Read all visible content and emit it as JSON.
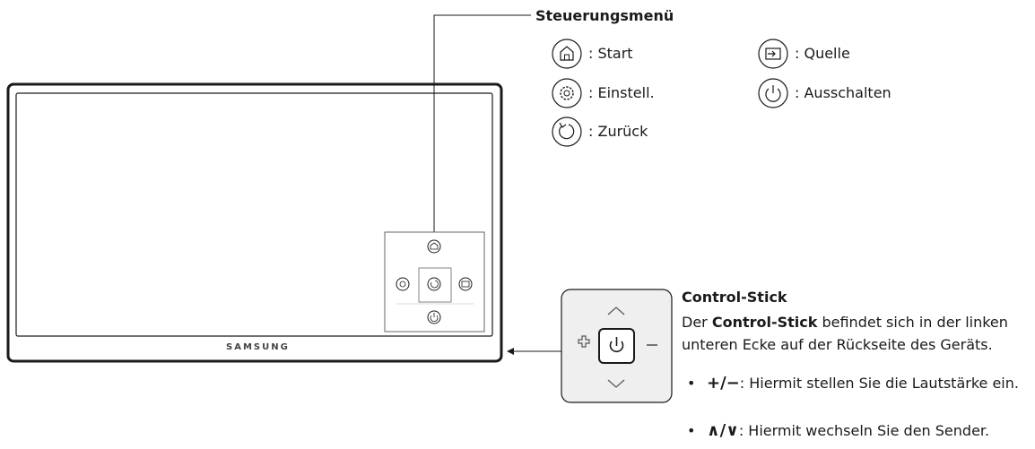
{
  "menu": {
    "title": "Steuerungsmenü",
    "items": [
      {
        "icon": "home-icon",
        "label": ": Start"
      },
      {
        "icon": "settings-icon",
        "label": ": Einstell."
      },
      {
        "icon": "return-icon",
        "label": ": Zurück"
      },
      {
        "icon": "source-icon",
        "label": ": Quelle"
      },
      {
        "icon": "power-icon",
        "label": ": Ausschalten"
      }
    ]
  },
  "tv": {
    "brand": "SAMSUNG"
  },
  "control_stick": {
    "title": "Control-Stick",
    "desc_prefix": "Der ",
    "desc_bold": "Control-Stick",
    "desc_suffix": " befindet sich in der linken unteren Ecke auf der Rückseite des Geräts.",
    "bullets": [
      {
        "symbols": "+/−",
        "text": ": Hiermit stellen Sie die Lautstärke ein."
      },
      {
        "symbols": "∧/∨",
        "text": ": Hiermit wechseln Sie den Sender."
      }
    ]
  },
  "colors": {
    "line": "#1a1a1a",
    "panel": "#efefef"
  }
}
